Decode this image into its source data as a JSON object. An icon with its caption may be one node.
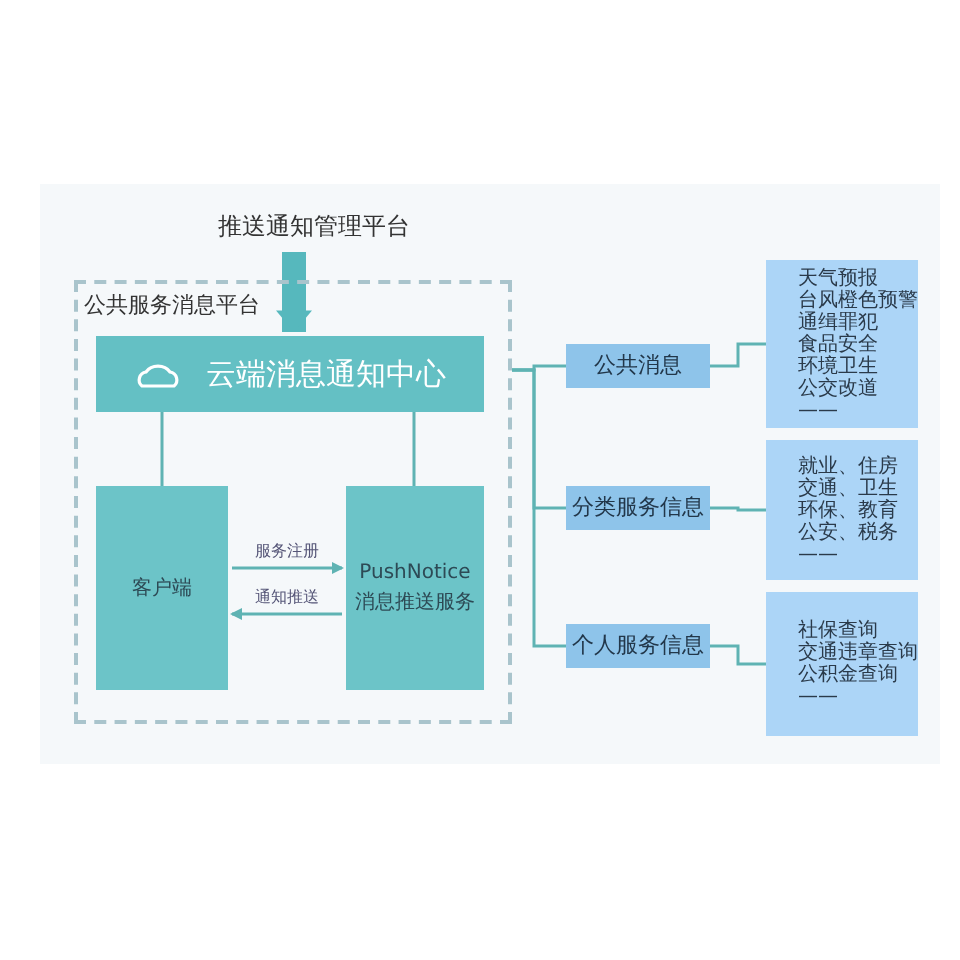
{
  "diagram": {
    "nodes": [
      {
        "text": [
          "推送通知管理平台"
        ]
      },
      {
        "text": [
          "公共服务消息平台"
        ]
      },
      {
        "text": [
          "云端消息通知中心"
        ],
        "in": 1
      },
      {
        "text": [
          "客户端"
        ],
        "in": 1
      },
      {
        "text": [
          "PushNotice 消息推送服务"
        ],
        "in": 1
      },
      {
        "text": [
          "公共消息"
        ]
      },
      {
        "text": [
          "分类服务信息"
        ]
      },
      {
        "text": [
          "个人服务信息"
        ]
      },
      {
        "text": [
          "天气预报",
          "台风橙色预警",
          "通缉罪犯",
          "食品安全",
          "环境卫生",
          "公交改道",
          "——"
        ]
      },
      {
        "text": [
          "就业、住房",
          "交通、卫生",
          "环保、教育",
          "公安、税务",
          "——"
        ]
      },
      {
        "text": [
          "社保查询",
          "交通违章查询",
          "公积金查询",
          "——"
        ]
      }
    ],
    "edges": [
      {
        "from": 0,
        "to": 2,
        "arrow": "to",
        "style": "thick"
      },
      {
        "from": 2,
        "to": 3,
        "arrow": "none"
      },
      {
        "from": 2,
        "to": 4,
        "arrow": "none"
      },
      {
        "from": 3,
        "to": 4,
        "arrow": "to",
        "label": "服务注册"
      },
      {
        "from": 4,
        "to": 3,
        "arrow": "to",
        "label": "通知推送"
      },
      {
        "from": 1,
        "to": 5,
        "arrow": "none"
      },
      {
        "from": 1,
        "to": 6,
        "arrow": "none"
      },
      {
        "from": 1,
        "to": 7,
        "arrow": "none"
      },
      {
        "from": 5,
        "to": 8,
        "arrow": "none"
      },
      {
        "from": 6,
        "to": 9,
        "arrow": "none"
      },
      {
        "from": 7,
        "to": 10,
        "arrow": "none"
      }
    ]
  }
}
